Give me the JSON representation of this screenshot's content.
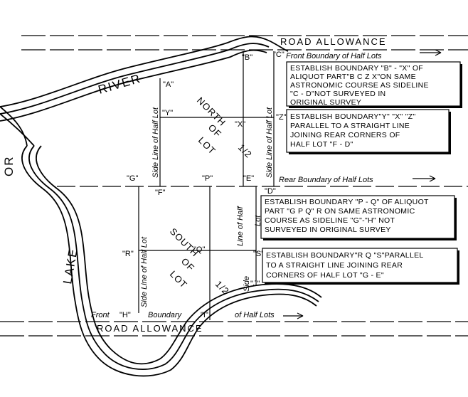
{
  "roads": {
    "top": "ROAD   ALLOWANCE",
    "bottom": "ROAD ALLOWANCE"
  },
  "water": {
    "river": "RIVER",
    "or": "OR",
    "lake": "LAKE"
  },
  "points": {
    "A": "\"A\"",
    "B": "\"B\"",
    "C": "\"C\"",
    "D": "\"D\"",
    "E": "\"E\"",
    "F": "\"F\"",
    "G": "\"G\"",
    "H": "\"H\"",
    "I": "\"I\"",
    "J": "\"J\"",
    "P": "\"P\"",
    "Q": "\"Q\"",
    "R": "\"R\"",
    "S": "\"S\"",
    "X": "\"X\"",
    "Y": "\"Y\"",
    "Z": "\"Z\""
  },
  "boundaries": {
    "front_half_lots_top": "Front Boundary of Half Lots",
    "rear_half_lots": "Rear Boundary of Half Lots",
    "front_bottom_1": "Front",
    "front_bottom_2": "Boundary",
    "front_bottom_3": "of  Half Lots",
    "side_line_1": "Side Line of Half Lot",
    "side_line_2": "Side Line of Half Lot",
    "side_line_3": "Side Line of Half Lot",
    "side_line_4a": "Side",
    "side_line_4b": "Line of Half",
    "side_line_4c": "Lot"
  },
  "halves": {
    "north": [
      "NORTH",
      "OF",
      "LOT",
      "1/2"
    ],
    "south": [
      "SOUTH",
      "OF",
      "LOT",
      "1/2"
    ]
  },
  "notes": {
    "bcxz": [
      "ESTABLISH BOUNDARY \"B\" - \"X\" OF",
      "ALIQUOT PART\"B  C  Z  X\"ON SAME",
      "ASTRONOMIC COURSE AS SIDELINE",
      "\"C - D\"NOT  SURVEYED  IN",
      "ORIGINAL  SURVEY"
    ],
    "yxz": [
      "ESTABLISH BOUNDARY\"Y\" \"X\" \"Z\"",
      "PARALLEL  TO  A  STRAIGHT  LINE",
      "JOINING  REAR  CORNERS  OF",
      "HALF  LOT  \"F - D\""
    ],
    "pq": [
      "ESTABLISH BOUNDARY \"P - Q\" OF ALIQUOT",
      "PART \"G  P  Q\"  R  ON SAME ASTRONOMIC",
      "COURSE  AS  SIDELINE  \"G\"-\"H\" NOT",
      "SURVEYED  IN  ORIGINAL  SURVEY"
    ],
    "rqs": [
      "ESTABLISH BOUNDARY\"R  Q \"S\"PARALLEL",
      "TO  A STRAIGHT  LINE  JOINING  REAR",
      "CORNERS OF  HALF LOT \"G  -  E\""
    ]
  }
}
